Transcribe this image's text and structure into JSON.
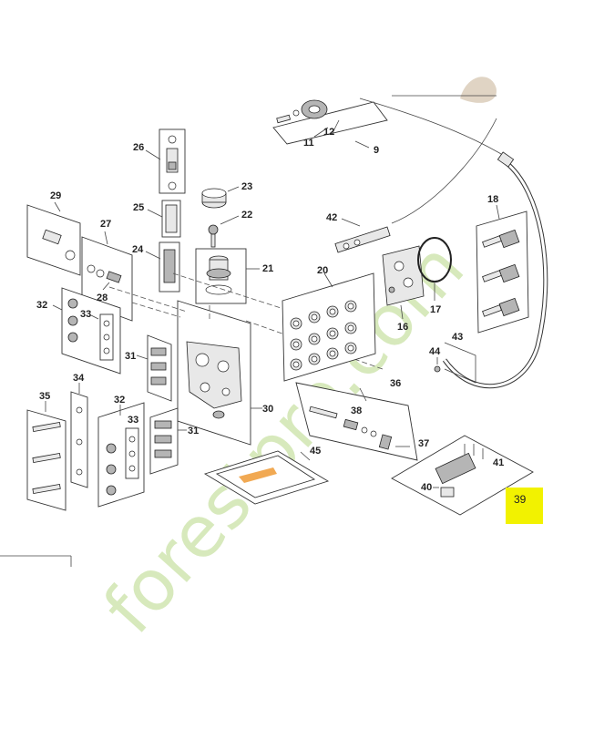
{
  "diagram": {
    "type": "exploded-parts-view",
    "callouts": [
      "9",
      "11",
      "12",
      "16",
      "17",
      "18",
      "20",
      "21",
      "22",
      "23",
      "24",
      "25",
      "26",
      "27",
      "28",
      "29",
      "30",
      "31",
      "32",
      "33",
      "34",
      "35",
      "36",
      "37",
      "38",
      "40",
      "41",
      "42",
      "43",
      "44",
      "45"
    ],
    "highlighted_callout": "39",
    "watermark": "forestpro.com",
    "colors": {
      "line": "#333333",
      "highlight": "#f2f200",
      "watermark": "#b7d886",
      "accent_mark": "#f0a040"
    }
  }
}
